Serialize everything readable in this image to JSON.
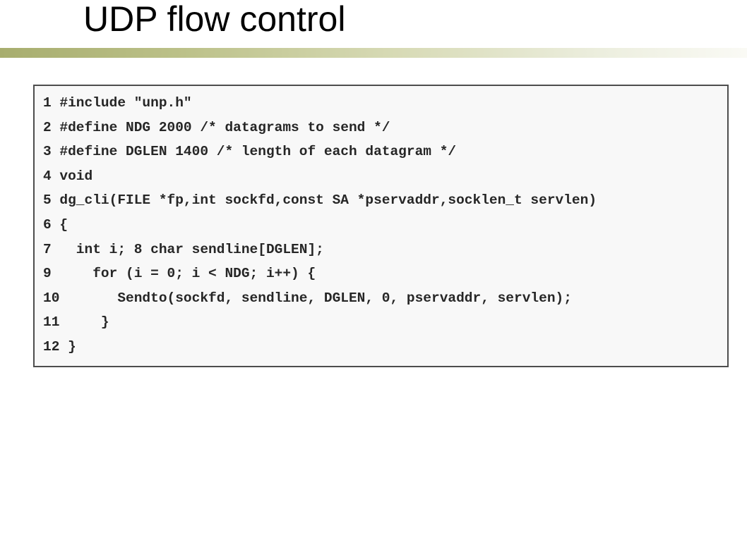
{
  "slide": {
    "title": "UDP flow control"
  },
  "code": {
    "lines": [
      "1 #include \"unp.h\"",
      "2 #define NDG 2000 /* datagrams to send */",
      "3 #define DGLEN 1400 /* length of each datagram */",
      "4 void",
      "5 dg_cli(FILE *fp,int sockfd,const SA *pservaddr,socklen_t servlen)",
      "6 {",
      "7   int i; 8 char sendline[DGLEN];",
      "9     for (i = 0; i < NDG; i++) {",
      "10       Sendto(sockfd, sendline, DGLEN, 0, pservaddr, servlen);",
      "11     }",
      "12 }"
    ]
  }
}
